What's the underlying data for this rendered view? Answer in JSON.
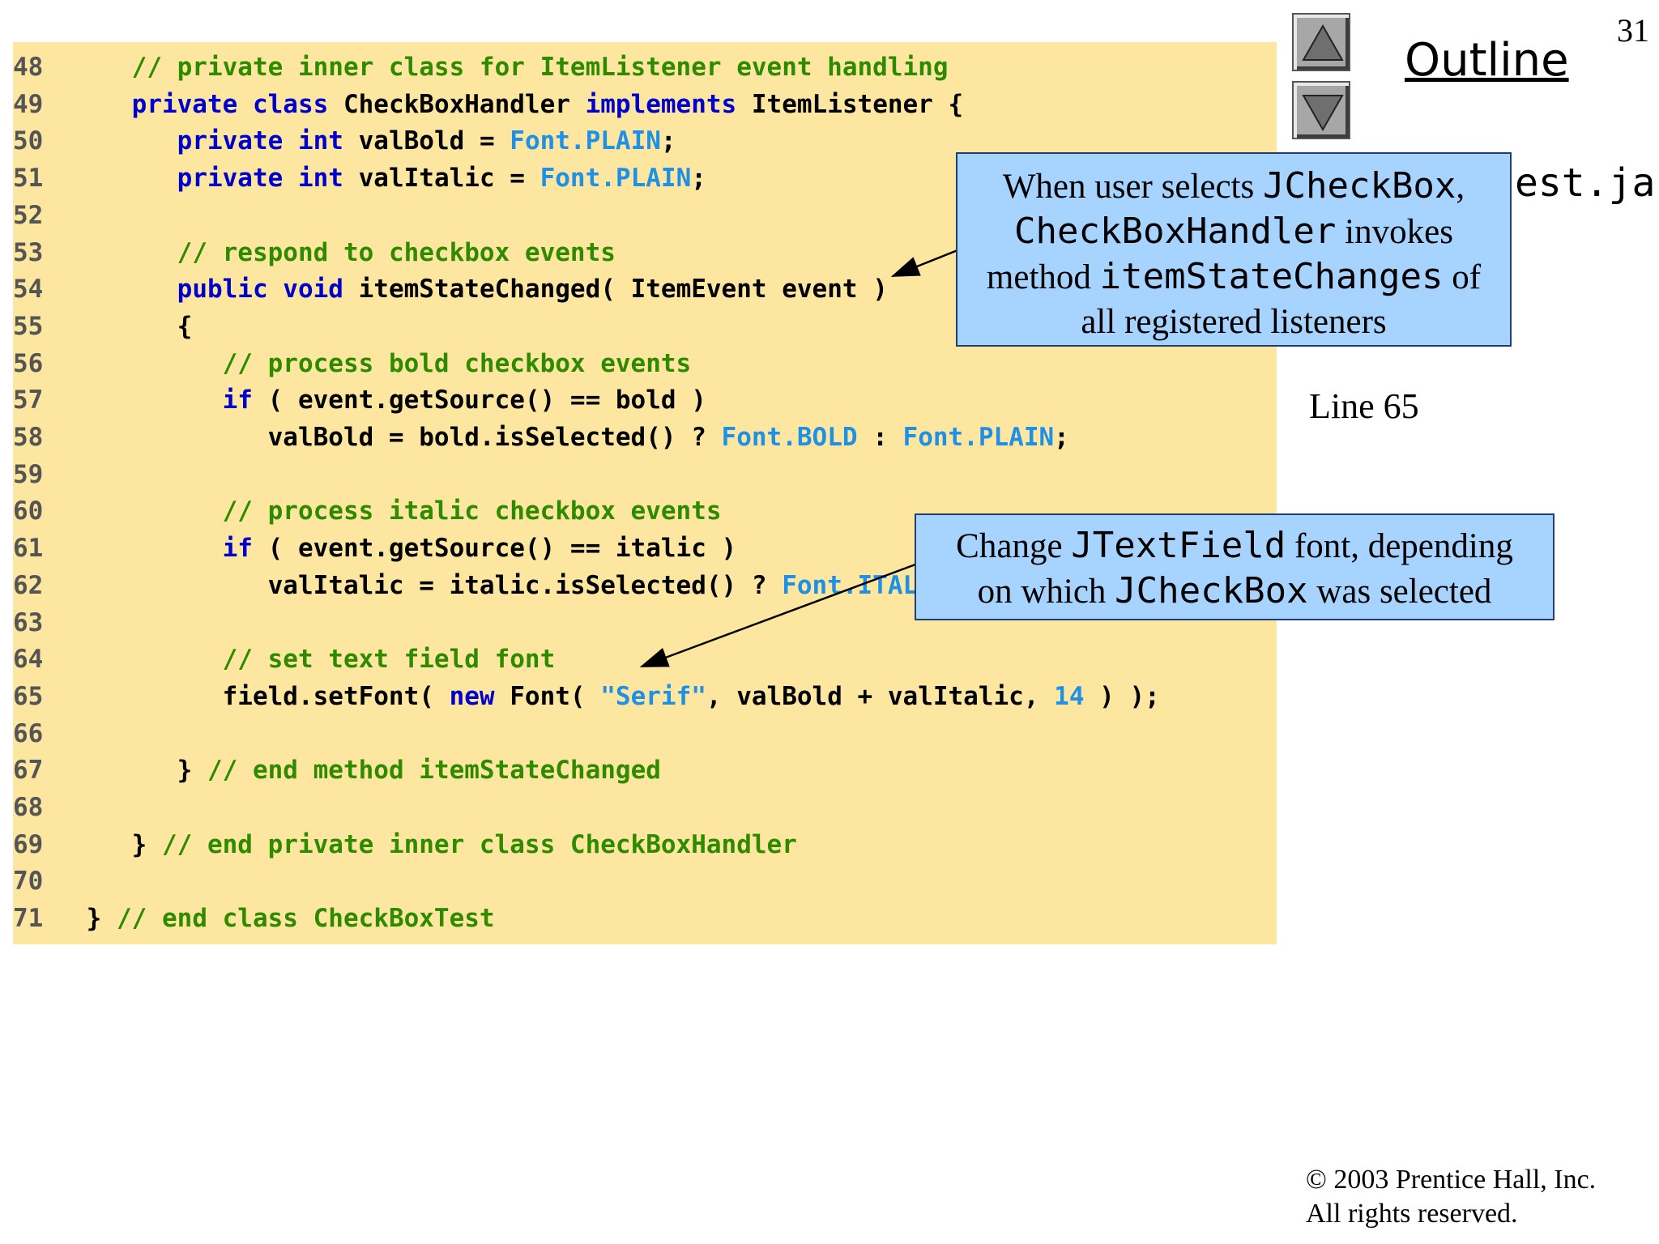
{
  "page_number": "31",
  "nav": {
    "up_icon": "triangle-up-icon",
    "down_icon": "triangle-down-icon"
  },
  "outline_title": "Outline",
  "file_name_partial": "est.ja",
  "sidebar_note": "Line 65",
  "callouts": {
    "handler": {
      "p1": "When user selects ",
      "m1": "JCheckBox",
      "p2": ",",
      "m2": "CheckBoxHandler",
      "p3": " invokes",
      "p4": "method ",
      "m3": "itemStateChanges",
      "p5": " of",
      "p6": "all registered listeners"
    },
    "font": {
      "p1": "Change ",
      "m1": "JTextField",
      "p2": " font, depending",
      "p3": "on which ",
      "m2": "JCheckBox",
      "p4": " was selected"
    }
  },
  "code_lines": [
    {
      "n": "48",
      "tokens": [
        [
          "    ",
          "default"
        ],
        [
          "// private inner class for ItemListener event handling",
          "cm"
        ]
      ]
    },
    {
      "n": "49",
      "tokens": [
        [
          "    ",
          "default"
        ],
        [
          "private class",
          "kw"
        ],
        [
          " CheckBoxHandler ",
          "default"
        ],
        [
          "implements",
          "kw"
        ],
        [
          " ItemListener {",
          "default"
        ]
      ]
    },
    {
      "n": "50",
      "tokens": [
        [
          "       ",
          "default"
        ],
        [
          "private int",
          "kw"
        ],
        [
          " valBold = ",
          "default"
        ],
        [
          "Font.PLAIN",
          "lit"
        ],
        [
          ";",
          "default"
        ]
      ]
    },
    {
      "n": "51",
      "tokens": [
        [
          "       ",
          "default"
        ],
        [
          "private int",
          "kw"
        ],
        [
          " valItalic = ",
          "default"
        ],
        [
          "Font.PLAIN",
          "lit"
        ],
        [
          ";",
          "default"
        ]
      ]
    },
    {
      "n": "52",
      "tokens": []
    },
    {
      "n": "53",
      "tokens": [
        [
          "       ",
          "default"
        ],
        [
          "// respond to checkbox events",
          "cm"
        ]
      ]
    },
    {
      "n": "54",
      "tokens": [
        [
          "       ",
          "default"
        ],
        [
          "public void",
          "kw"
        ],
        [
          " itemStateChanged( ItemEvent event )",
          "default"
        ]
      ]
    },
    {
      "n": "55",
      "tokens": [
        [
          "       {",
          "default"
        ]
      ]
    },
    {
      "n": "56",
      "tokens": [
        [
          "          ",
          "default"
        ],
        [
          "// process bold checkbox events",
          "cm"
        ]
      ]
    },
    {
      "n": "57",
      "tokens": [
        [
          "          ",
          "default"
        ],
        [
          "if",
          "kw"
        ],
        [
          " ( event.getSource() == bold )",
          "default"
        ]
      ]
    },
    {
      "n": "58",
      "tokens": [
        [
          "             valBold = bold.isSelected() ? ",
          "default"
        ],
        [
          "Font.BOLD",
          "lit"
        ],
        [
          " : ",
          "default"
        ],
        [
          "Font.PLAIN",
          "lit"
        ],
        [
          ";",
          "default"
        ]
      ]
    },
    {
      "n": "59",
      "tokens": []
    },
    {
      "n": "60",
      "tokens": [
        [
          "          ",
          "default"
        ],
        [
          "// process italic checkbox events",
          "cm"
        ]
      ]
    },
    {
      "n": "61",
      "tokens": [
        [
          "          ",
          "default"
        ],
        [
          "if",
          "kw"
        ],
        [
          " ( event.getSource() == italic )",
          "default"
        ]
      ]
    },
    {
      "n": "62",
      "tokens": [
        [
          "             valItalic = italic.isSelected() ? ",
          "default"
        ],
        [
          "Font.ITALIC",
          "lit"
        ]
      ]
    },
    {
      "n": "63",
      "tokens": []
    },
    {
      "n": "64",
      "tokens": [
        [
          "          ",
          "default"
        ],
        [
          "// set text field font",
          "cm"
        ]
      ]
    },
    {
      "n": "65",
      "tokens": [
        [
          "          field.setFont( ",
          "default"
        ],
        [
          "new",
          "kw"
        ],
        [
          " Font( ",
          "default"
        ],
        [
          "\"Serif\"",
          "lit"
        ],
        [
          ", valBold + valItalic, ",
          "default"
        ],
        [
          "14",
          "lit"
        ],
        [
          " ) );",
          "default"
        ]
      ]
    },
    {
      "n": "66",
      "tokens": []
    },
    {
      "n": "67",
      "tokens": [
        [
          "       } ",
          "default"
        ],
        [
          "// end method itemStateChanged",
          "cm"
        ]
      ]
    },
    {
      "n": "68",
      "tokens": []
    },
    {
      "n": "69",
      "tokens": [
        [
          "    } ",
          "default"
        ],
        [
          "// end private inner class CheckBoxHandler",
          "cm"
        ]
      ]
    },
    {
      "n": "70",
      "tokens": []
    },
    {
      "n": "71",
      "tokens": [
        [
          " } ",
          "default"
        ],
        [
          "// end class CheckBoxTest",
          "cm"
        ]
      ]
    }
  ],
  "colors": {
    "code_background": "#fde6a0",
    "keyword": "#0000cc",
    "comment": "#2e8b00",
    "literal": "#1e90e6",
    "callout_background": "#a6d3ff"
  },
  "copyright_line1": "© 2003 Prentice Hall, Inc.",
  "copyright_line2": "All rights reserved."
}
